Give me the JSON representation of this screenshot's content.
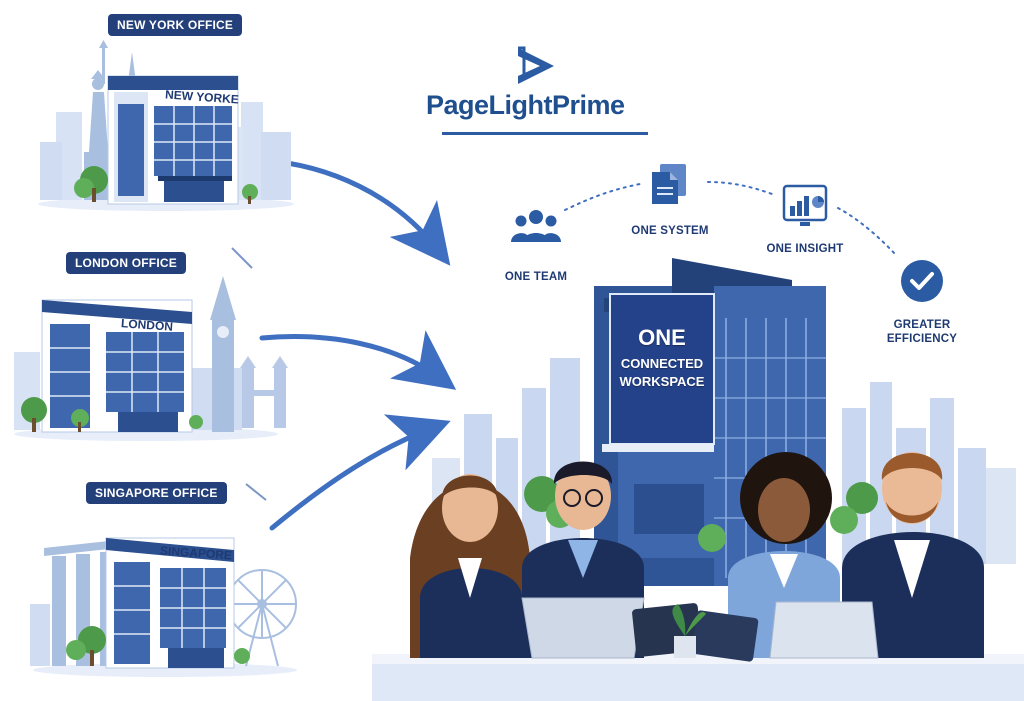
{
  "offices": [
    {
      "label": "NEW YORK OFFICE",
      "sign": "NEW YORKE"
    },
    {
      "label": "LONDON OFFICE",
      "sign": "LONDON"
    },
    {
      "label": "SINGAPORE OFFICE",
      "sign": "SINGAPORE"
    }
  ],
  "brand": {
    "name": "PageLightPrime"
  },
  "features": [
    {
      "label": "ONE TEAM",
      "icon": "people-icon"
    },
    {
      "label": "ONE SYSTEM",
      "icon": "documents-icon"
    },
    {
      "label": "ONE INSIGHT",
      "icon": "chart-icon"
    },
    {
      "label": "GREATER",
      "label2": "EFFICIENCY",
      "icon": "checkmark-icon"
    }
  ],
  "workspace_sign": {
    "line1": "ONE",
    "line2": "CONNECTED",
    "line3": "WORKSPACE"
  },
  "colors": {
    "navy": "#24407a",
    "brand_blue": "#2a5ba3",
    "sky": "#c9d8f0",
    "arrow": "#3f6fc0"
  }
}
